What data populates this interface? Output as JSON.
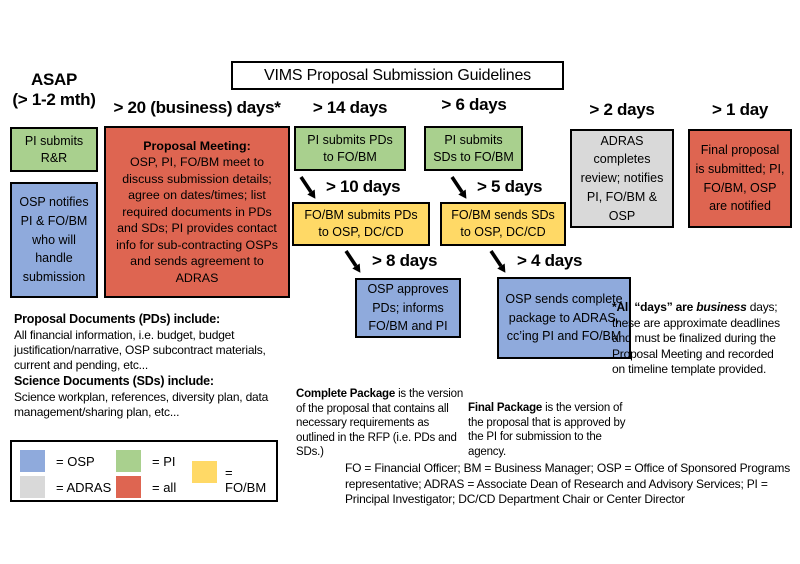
{
  "title": "VIMS Proposal Submission Guidelines",
  "colors": {
    "osp_blue": "#8FAADC",
    "pi_green": "#A9D08E",
    "fobm_yellow": "#FFD966",
    "adras_gray": "#D9D9D9",
    "all_red": "#DE6551"
  },
  "flow": {
    "col1": {
      "header1": "ASAP",
      "header2": "(> 1-2 mth)",
      "box_pi": "PI submits R&R",
      "box_osp": "OSP notifies PI & FO/BM who will handle submission"
    },
    "col2": {
      "header": "> 20 (business) days*",
      "box_title": "Proposal Meeting:",
      "box_body": "OSP, PI, FO/BM meet to discuss submission details; agree on dates/times; list required documents in PDs and SDs; PI provides contact info for sub-contracting OSPs and sends agreement to ADRAS"
    },
    "col3": {
      "header": "> 14 days",
      "box_pi": "PI submits PDs to FO/BM",
      "arrow1_label": "> 10 days",
      "box_fobm": "FO/BM submits PDs to OSP, DC/CD",
      "arrow2_label": "> 8 days",
      "box_osp": "OSP approves PDs; informs FO/BM and PI"
    },
    "col4": {
      "header": "> 6 days",
      "box_pi": "PI submits SDs to FO/BM",
      "arrow1_label": "> 5 days",
      "box_fobm": "FO/BM sends SDs to OSP, DC/CD",
      "arrow2_label": "> 4 days",
      "box_osp": "OSP sends complete package to ADRAS, cc’ing PI and FO/BM"
    },
    "col5": {
      "header": "> 2 days",
      "box_adras": "ADRAS completes review; notifies PI, FO/BM & OSP"
    },
    "col6": {
      "header": "> 1 day",
      "box_all": "Final proposal is submitted; PI, FO/BM, OSP are notified"
    }
  },
  "definitions": {
    "pds_title": "Proposal Documents (PDs) include:",
    "pds_body": "All financial information, i.e. budget, budget justification/narrative, OSP subcontract materials, current and pending, etc...",
    "sds_title": "Science Documents (SDs) include:",
    "sds_body": "Science workplan, references, diversity plan, data management/sharing plan, etc..."
  },
  "footnotes": {
    "complete_package": {
      "bold": "Complete Package",
      "rest": " is the version of the proposal that contains all necessary requirements as outlined in the RFP (i.e. PDs and SDs.)"
    },
    "final_package": {
      "bold": "Final Package",
      "rest": " is the version of the proposal that is approved by the PI for submission to the agency."
    },
    "days_note": {
      "bold_prefix": "*All “days” are ",
      "emph": "business",
      "rest": " days; these are approximate deadlines and must be finalized during the Proposal Meeting and recorded on timeline template provided."
    },
    "abbreviations": "FO = Financial Officer; BM = Business Manager; OSP = Office of Sponsored Programs representative; ADRAS = Associate Dean of Research and Advisory Services; PI = Principal Investigator; DC/CD Department Chair or Center Director"
  },
  "legend": {
    "items": [
      {
        "label": "= OSP",
        "color": "#8FAADC"
      },
      {
        "label": "= PI",
        "color": "#A9D08E"
      },
      {
        "label": "= FO/BM",
        "color": "#FFD966"
      },
      {
        "label": "= ADRAS",
        "color": "#D9D9D9"
      },
      {
        "label": "= all",
        "color": "#DE6551"
      }
    ]
  }
}
